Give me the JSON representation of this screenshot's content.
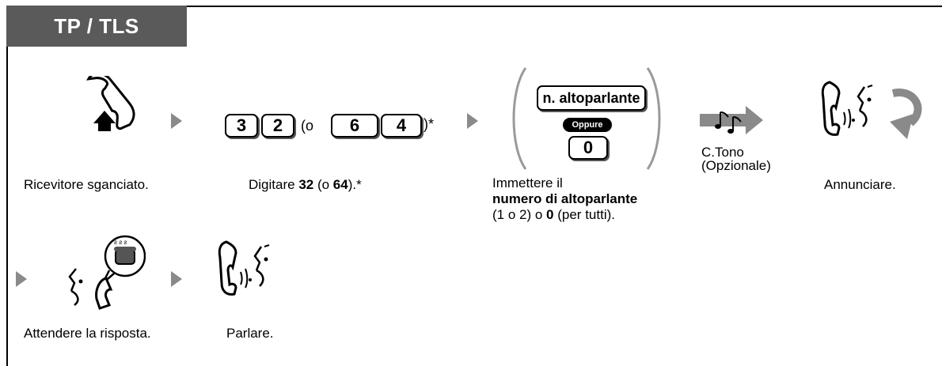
{
  "header": {
    "title": "TP / TLS"
  },
  "row1": {
    "step1_caption": "Ricevitore sganciato.",
    "keys": {
      "k3": "3",
      "k2": "2",
      "open_paren": "(o",
      "k6": "6",
      "k4": "4",
      "close_paren": ")*"
    },
    "step2_caption_pre": "Digitare ",
    "step2_caption_b1": "32",
    "step2_caption_mid": " (o ",
    "step2_caption_b2": "64",
    "step2_caption_post": ").*",
    "speaker_key": "n. altoparlante",
    "oppure_label": "Oppure",
    "zero_key": "0",
    "step3_line1": "Immettere il",
    "step3_line2": "numero di altoparlante",
    "step3_line3_a": "(1 o 2) o ",
    "step3_line3_b": "0",
    "step3_line3_c": " (per tutti).",
    "tone_line1": "C.Tono",
    "tone_line2": "(Opzionale)",
    "step4_caption": "Annunciare."
  },
  "row2": {
    "step5_caption": "Attendere la risposta.",
    "step6_caption": "Parlare."
  },
  "colors": {
    "tab": "#5a5a5a",
    "arrow": "#8a8a8a",
    "bracket": "#9a9a9a"
  }
}
